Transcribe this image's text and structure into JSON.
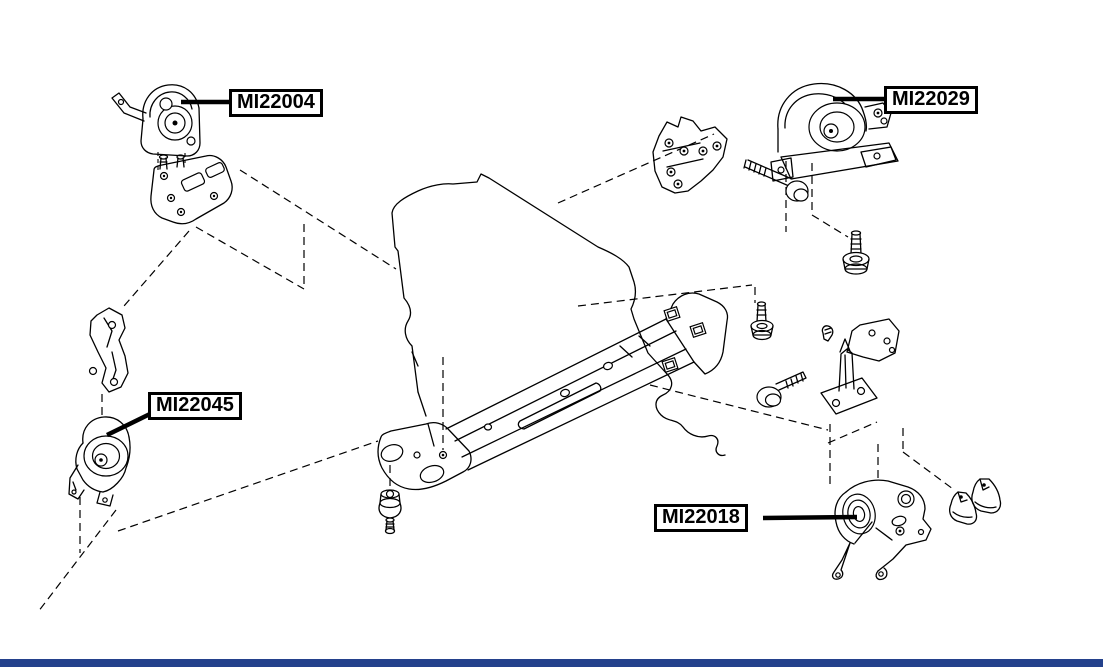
{
  "diagram": {
    "type": "exploded-parts-diagram",
    "background_color": "#ffffff",
    "line_color": "#000000",
    "callout_border_color": "#000000",
    "footer_bar_color": "#24418c",
    "labels": [
      {
        "part_number": "MI22004"
      },
      {
        "part_number": "MI22029"
      },
      {
        "part_number": "MI22045"
      },
      {
        "part_number": "MI22018"
      }
    ]
  }
}
